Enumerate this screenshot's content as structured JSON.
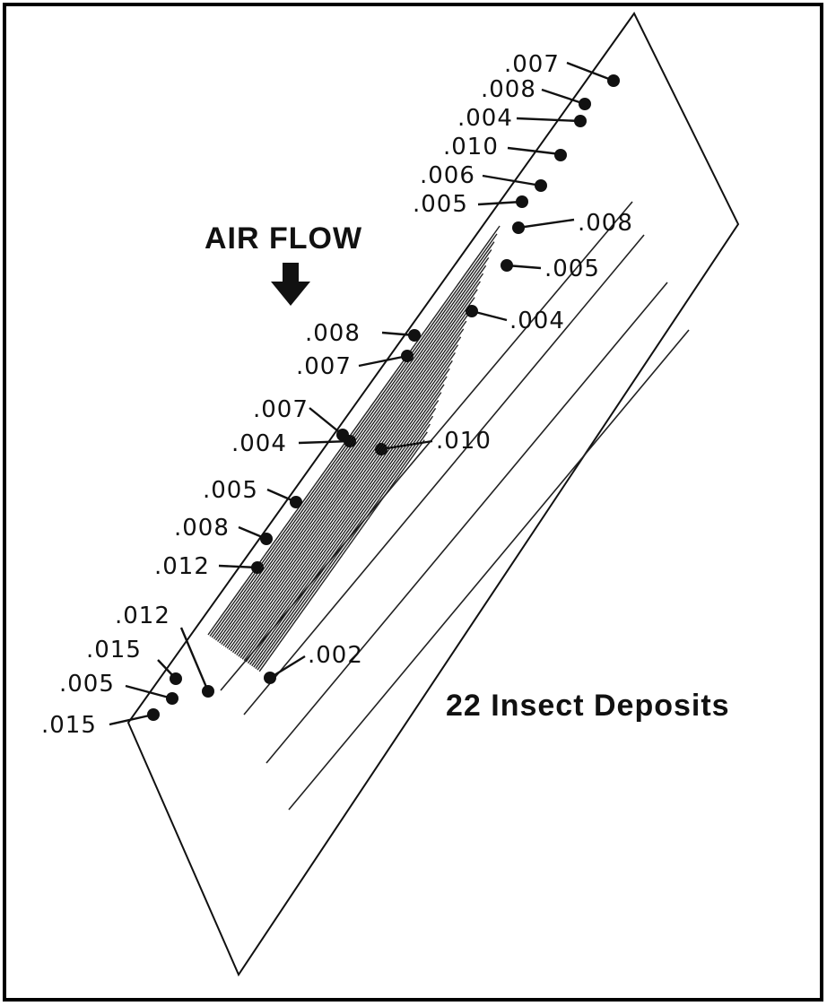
{
  "diagram": {
    "flow_label": "AIR FLOW",
    "flow_icon": "down-arrow-icon",
    "caption": "22 Insect Deposits",
    "deposits": [
      {
        "value": ".007"
      },
      {
        "value": ".008"
      },
      {
        "value": ".004"
      },
      {
        "value": ".010"
      },
      {
        "value": ".006"
      },
      {
        "value": ".005"
      },
      {
        "value": ".008"
      },
      {
        "value": ".005"
      },
      {
        "value": ".004"
      },
      {
        "value": ".008"
      },
      {
        "value": ".007"
      },
      {
        "value": ".007"
      },
      {
        "value": ".004"
      },
      {
        "value": ".010"
      },
      {
        "value": ".005"
      },
      {
        "value": ".008"
      },
      {
        "value": ".012"
      },
      {
        "value": ".012"
      },
      {
        "value": ".015"
      },
      {
        "value": ".005"
      },
      {
        "value": ".015"
      },
      {
        "value": ".002"
      }
    ]
  }
}
